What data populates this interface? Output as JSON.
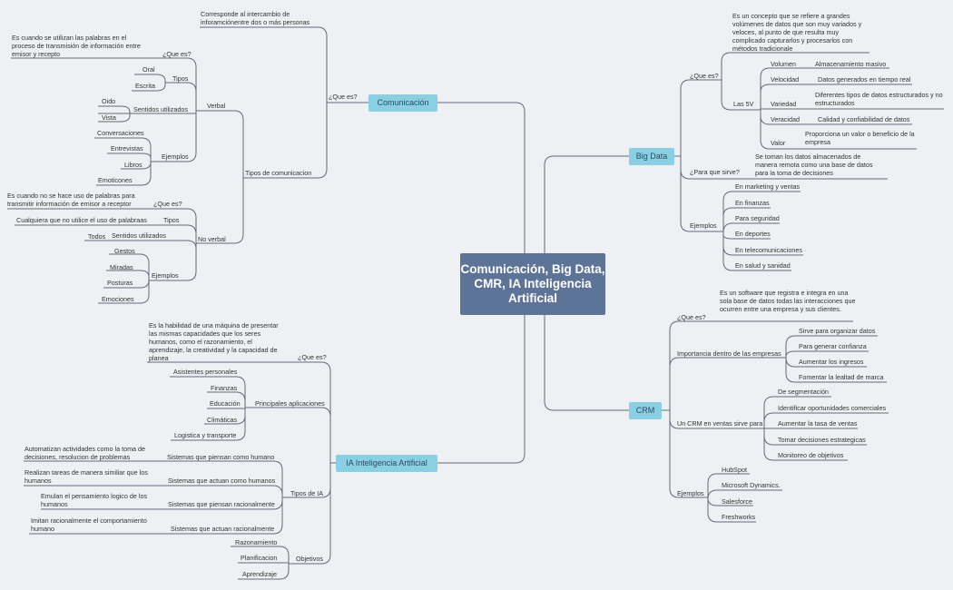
{
  "root": "Comunicación, Big Data, CMR, IA Inteligencia Artificial",
  "comunicacion": {
    "label": "Comunicación",
    "que_es": "¿Que es?",
    "def": "Corresponde al intercambio de inforamciónentre dos o más personas",
    "tipos": "Tipos de comunicacion",
    "verbal": {
      "label": "Verbal",
      "que_es": "¿Que es?",
      "def": "Es cuando se utilizan las palabras en el proceso de transmisión de información entre emisor y recepto",
      "tipos": "Tipos",
      "oral": "Oral",
      "escrita": "Escrita",
      "sentidos": "Sentidos utilizados",
      "oido": "Oido",
      "vista": "Vista",
      "ejemplos": "Ejemplos",
      "ej": [
        "Conversaciones",
        "Entrevistas",
        "Libros",
        "Emoticones"
      ]
    },
    "noverbal": {
      "label": "No verbal",
      "que_es": "¿Que es?",
      "def": "Es cuando no se hace uso de palabras para transmitir información de emisor a receptor",
      "tipos": "Tipos",
      "tipos_val": "Cualquiera que no utilice el uso de palabraas",
      "sentidos": "Sentidos utilizados",
      "todos": "Todos",
      "ejemplos": "Ejemplos",
      "ej": [
        "Gestos",
        "Miradas",
        "Posturas",
        "Emociones"
      ]
    }
  },
  "bigdata": {
    "label": "Big Data",
    "que_es": "¿Que es?",
    "def": "Es un concepto que se refiere a grandes volúmenes de datos que son muy variados y veloces, al punto de que resulta muy complicado capturarlos y procesarlos con métodos tradicionale",
    "las5v": "Las 5V",
    "v": [
      {
        "k": "Volumen",
        "v": "Almacenamiento masivo"
      },
      {
        "k": "Velocidad",
        "v": "Datos generados en tiempo real"
      },
      {
        "k": "Variedad",
        "v": "Diferentes tipos de datos estructurados y no estructurados"
      },
      {
        "k": "Veracidad",
        "v": "Calidad y confiabilidad de datos"
      },
      {
        "k": "Valor",
        "v": "Proporciona un valor o beneficio de la empresa"
      }
    ],
    "para": "¿Para que sirve?",
    "para_def": "Se toman los datos almacenados de manera remota como una base de datos para la toma de decisiones",
    "ejemplos": "Ejemplos",
    "ej": [
      "En marketing y ventas",
      "En finanzas",
      "Para seguridad",
      "En deportes",
      "En telecomunicaciones",
      "En salud y sanidad"
    ]
  },
  "crm": {
    "label": "CRM",
    "que_es": "¿Que es?",
    "def": "Es un software que registra e integra en una sola base de datos todas las interacciones que ocurren entre una empresa y sus clientes.",
    "importancia": "Importancia dentro de las empresas",
    "imp": [
      "Sirve para organizar datos",
      "Para generar confianza",
      "Aumentar los ingresos",
      "Fomentar la lealtad de marca"
    ],
    "ventas": "Un CRM en ventas sirve para",
    "ven": [
      "De segmentación",
      "Identificar oportunidades comerciales",
      "Aumentar la tasa de ventas",
      "Tomar decisiones estrategicas",
      "Monitoreo de objetivos"
    ],
    "ejemplos": "Ejemplos",
    "ej": [
      "HubSpot",
      "Microsoft Dynamics.",
      "Salesforce",
      "Freshworks"
    ]
  },
  "ia": {
    "label": "IA Inteligencia Artificial",
    "que_es": "¿Que es?",
    "def": "Es la habilidad de una máquina de presentar las mismas capacidades que los seres humanos, como el razonamiento, el aprendizaje, la creatividad y la capacidad de planea",
    "aplicaciones": "Principales aplicaciones",
    "apl": [
      "Asistentes personales",
      "Finanzas",
      "Educación",
      "Climáticas",
      "Logistica y transporte"
    ],
    "tipos": "Tipos de IA",
    "tip": [
      {
        "k": "Sistemas que piensan como humano",
        "v": "Automatizan actividades  como la toma de decisiones, resolucion de problemas"
      },
      {
        "k": "Sistemas que actuan como humanos",
        "v": "Realizan tareas de manera similiar que los humanos"
      },
      {
        "k": "Sistemas que piensan racionalmente",
        "v": "Emulan el pensamiento logico de los humanos"
      },
      {
        "k": "Sistemas que actuan racionalmente",
        "v": "Imitan racionalmente el comportamiento humano"
      }
    ],
    "objetivos": "Objetivos",
    "obj": [
      "Razonamiento",
      "Planificacion",
      "Aprendizaje"
    ]
  }
}
